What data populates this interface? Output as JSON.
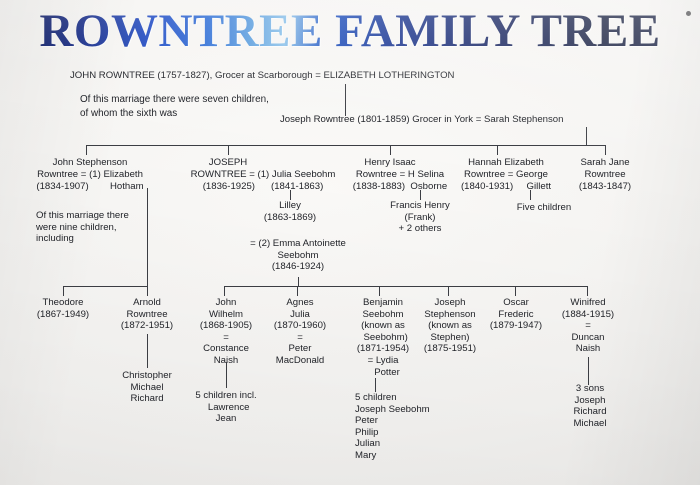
{
  "title": "ROWNTREE FAMILY TREE",
  "colors": {
    "ink": "#22242a",
    "line": "#3c3e44",
    "title_blue_dark": "#111b52",
    "title_blue_light": "#8cc2ea",
    "paper": "#f4f3f1"
  },
  "generation1": {
    "union": "JOHN ROWNTREE (1757-1827), Grocer at Scarborough = ELIZABETH LOTHERINGTON",
    "note_line1": "Of this marriage there were seven children,",
    "note_line2": "of whom the sixth was"
  },
  "generation2": {
    "union": "Joseph Rowntree (1801-1859) Grocer in York = Sarah Stephenson"
  },
  "generation3": [
    {
      "name": "john-stephenson-rowntree",
      "line1": "John Stephenson",
      "line2": "Rowntree = (1) Elizabeth",
      "line3": "(1834-1907)        Hotham",
      "note": "Of this marriage there\nwere nine children,\nincluding"
    },
    {
      "name": "joseph-rowntree",
      "line1": "JOSEPH",
      "line2": "ROWNTREE = (1) Julia Seebohm",
      "line3": "(1836-1925)      (1841-1863)",
      "child_of_first": "Lilley\n(1863-1869)",
      "second_union": "= (2) Emma Antoinette\nSeebohm\n(1846-1924)"
    },
    {
      "name": "henry-isaac-rowntree",
      "line1": "Henry Isaac",
      "line2": "Rowntree = H Selina",
      "line3": "(1838-1883)  Osborne",
      "children": "Francis Henry\n(Frank)\n+ 2 others"
    },
    {
      "name": "hannah-elizabeth-rowntree",
      "line1": "Hannah Elizabeth",
      "line2": "Rowntree = George",
      "line3": "(1840-1931)     Gillett",
      "children": "Five children"
    },
    {
      "name": "sarah-jane-rowntree",
      "line1": "Sarah Jane",
      "line2": "Rowntree",
      "line3": "(1843-1847)"
    }
  ],
  "generation4": [
    {
      "name": "theodore-rowntree",
      "lines": "Theodore\n(1867-1949)"
    },
    {
      "name": "arnold-rowntree",
      "lines": "Arnold\nRowntree\n(1872-1951)",
      "children": "Christopher\nMichael\nRichard"
    },
    {
      "name": "john-wilhelm-rowntree",
      "lines": "John\nWilhelm\n(1868-1905)\n=\nConstance\nNaish",
      "children": "5 children incl.\n  Lawrence\nJean"
    },
    {
      "name": "agnes-julia-rowntree",
      "lines": "Agnes\nJulia\n(1870-1960)\n=\nPeter\nMacDonald"
    },
    {
      "name": "benjamin-seebohm-rowntree",
      "lines": "Benjamin\nSeebohm\n(known as\n  Seebohm)\n(1871-1954)\n= Lydia\n   Potter",
      "children": "5 children\nJoseph Seebohm\nPeter\nPhilip\nJulian\nMary"
    },
    {
      "name": "joseph-stephenson-rowntree",
      "lines": "Joseph\nStephenson\n(known as\nStephen)\n(1875-1951)"
    },
    {
      "name": "oscar-frederic-rowntree",
      "lines": "Oscar\nFrederic\n(1879-1947)"
    },
    {
      "name": "winifred-rowntree",
      "lines": "Winifred\n(1884-1915)\n=\nDuncan\nNaish",
      "children": "3 sons\nJoseph\nRichard\nMichael"
    }
  ]
}
